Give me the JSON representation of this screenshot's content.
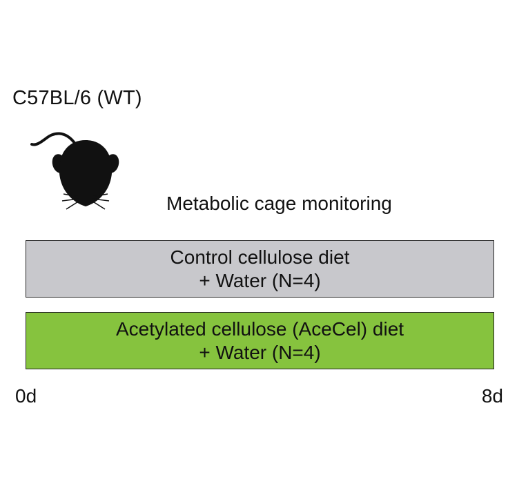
{
  "strain_label": "C57BL/6 (WT)",
  "mouse_icon": "mouse-icon",
  "monitoring_label": "Metabolic cage monitoring",
  "groups": [
    {
      "line1": "Control cellulose diet",
      "line2": "+ Water (N=4)",
      "color": "#c8c8cc"
    },
    {
      "line1": "Acetylated cellulose (AceCel) diet",
      "line2": "+ Water (N=4)",
      "color": "#86c33e"
    }
  ],
  "timeline": {
    "start": "0d",
    "end": "8d"
  },
  "colors": {
    "mouse": "#111111",
    "border": "#222222"
  }
}
